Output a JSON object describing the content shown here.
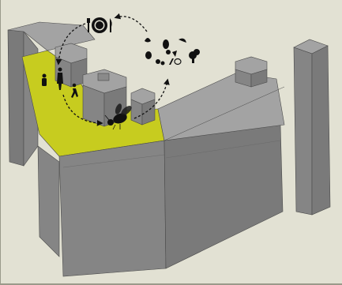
{
  "diagram": {
    "background_color": "#e2e1d3",
    "roof_garden_color": "#c7cc1f",
    "building_colors": {
      "front_face": "#858585",
      "side_face": "#7a7a7a",
      "roof_top": "#a3a3a3",
      "edge": "#4a4a4a"
    },
    "cycle_icons": [
      "plate-fork-knife-icon",
      "fruit-and-vegetables-icon",
      "bee-icon",
      "people-icon"
    ],
    "cycle_arrows": [
      "plate-to-people-arrow",
      "people-to-bee-arrow",
      "bee-to-produce-arrow",
      "produce-to-plate-arrow"
    ],
    "icon_color": "#111111"
  }
}
